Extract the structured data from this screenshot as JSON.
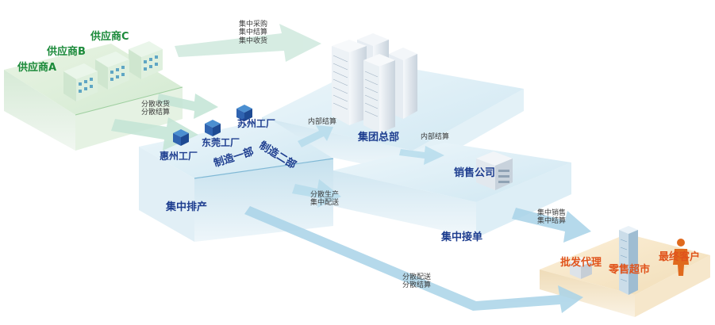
{
  "suppliers": [
    "供应商C",
    "供应商B",
    "供应商A"
  ],
  "factories": [
    "苏州工厂",
    "东莞工厂",
    "惠州工厂"
  ],
  "divisions": [
    "制造一部",
    "制造二部"
  ],
  "hq": "集团总部",
  "sales": "销售公司",
  "zones": {
    "schedule": "集中排产",
    "orders": "集中接单"
  },
  "flows": {
    "central_procurement": [
      "集中采购",
      "集中结算",
      "集中收货"
    ],
    "dispersed_receiving": [
      "分散收货",
      "分散结算"
    ],
    "internal_settle_left": "内部结算",
    "internal_settle_right": "内部结算",
    "dispersed_production": [
      "分散生产",
      "集中配送"
    ],
    "central_sales": [
      "集中销售",
      "集中结算"
    ],
    "dispersed_delivery": [
      "分散配送",
      "分散结算"
    ]
  },
  "customers": {
    "wholesale": "批发代理",
    "retail": "零售超市",
    "end": "最终客户"
  },
  "colors": {
    "arrow": "#a9d3e8",
    "supplier_arrow": "#bfe3d0",
    "title_blue": "#1d3d8f",
    "supplier_green": "#1b8a3a",
    "customer_orange": "#e0531b"
  }
}
